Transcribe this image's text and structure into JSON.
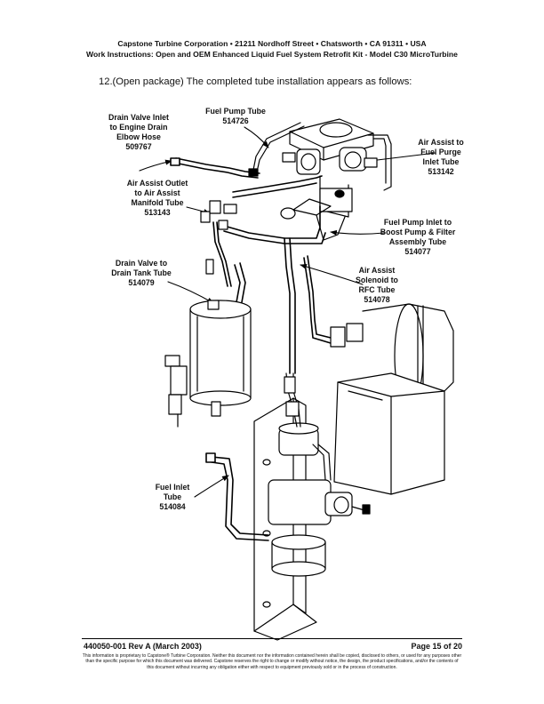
{
  "header": {
    "line1": "Capstone Turbine Corporation • 21211 Nordhoff Street • Chatsworth • CA 91311 • USA",
    "line2": "Work Instructions: Open and OEM Enhanced Liquid Fuel System Retrofit Kit - Model C30 MicroTurbine"
  },
  "step": "12.(Open package) The completed tube installation appears as follows:",
  "labels": {
    "drain_valve_inlet": [
      "Drain Valve Inlet",
      "to Engine Drain",
      "Elbow Hose",
      "509767"
    ],
    "fuel_pump_tube": [
      "Fuel Pump Tube",
      "514726"
    ],
    "air_assist_purge": [
      "Air Assist to",
      "Fuel Purge",
      "Inlet Tube",
      "513142"
    ],
    "air_assist_outlet": [
      "Air Assist Outlet",
      "to Air Assist",
      "Manifold Tube",
      "513143"
    ],
    "fuel_pump_inlet": [
      "Fuel Pump Inlet to",
      "Boost Pump & Filter",
      "Assembly Tube",
      "514077"
    ],
    "drain_valve_tank": [
      "Drain Valve to",
      "Drain Tank Tube",
      "514079"
    ],
    "air_assist_solenoid": [
      "Air Assist",
      "Solenoid to",
      "RFC Tube",
      "514078"
    ],
    "fuel_inlet": [
      "Fuel Inlet",
      "Tube",
      "514084"
    ]
  },
  "footer": {
    "doc_number": "440050-001 Rev A (March 2003)",
    "page": "Page 15 of 20",
    "notice": "This information is proprietary to Capstone® Turbine Corporation. Neither this document nor the information contained herein shall be copied, disclosed to others, or used for any purposes other than the specific purpose for which this document was delivered. Capstone reserves the right to change or modify without notice, the design, the product specifications, and/or the contents of this document without incurring any obligation either with respect to equipment previously sold or in the process of construction."
  }
}
